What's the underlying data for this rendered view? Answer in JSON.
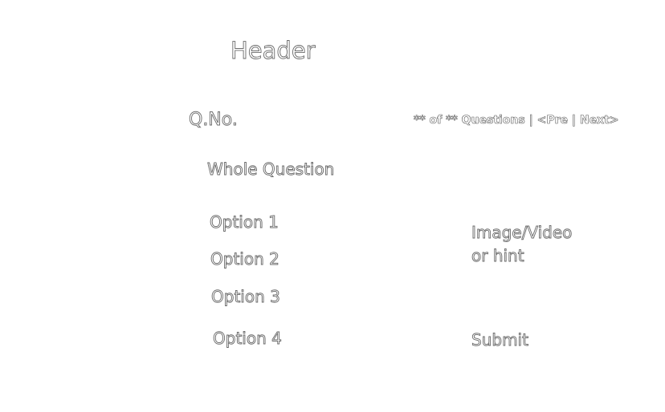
{
  "header": {
    "title": "Header"
  },
  "question_bar": {
    "number_label": "Q.No.",
    "counter": "** of ** Questions",
    "separator": "|",
    "prev_label": "<Pre",
    "next_label": "Next>"
  },
  "question": {
    "text": "Whole Question"
  },
  "options": [
    {
      "label": "Option 1"
    },
    {
      "label": "Option 2"
    },
    {
      "label": "Option 3"
    },
    {
      "label": "Option 4"
    }
  ],
  "media": {
    "line1": "Image/Video",
    "line2": "or hint"
  },
  "actions": {
    "submit_label": "Submit"
  },
  "colors": {
    "text_outline": "#6a6a6a",
    "background": "#ffffff"
  }
}
